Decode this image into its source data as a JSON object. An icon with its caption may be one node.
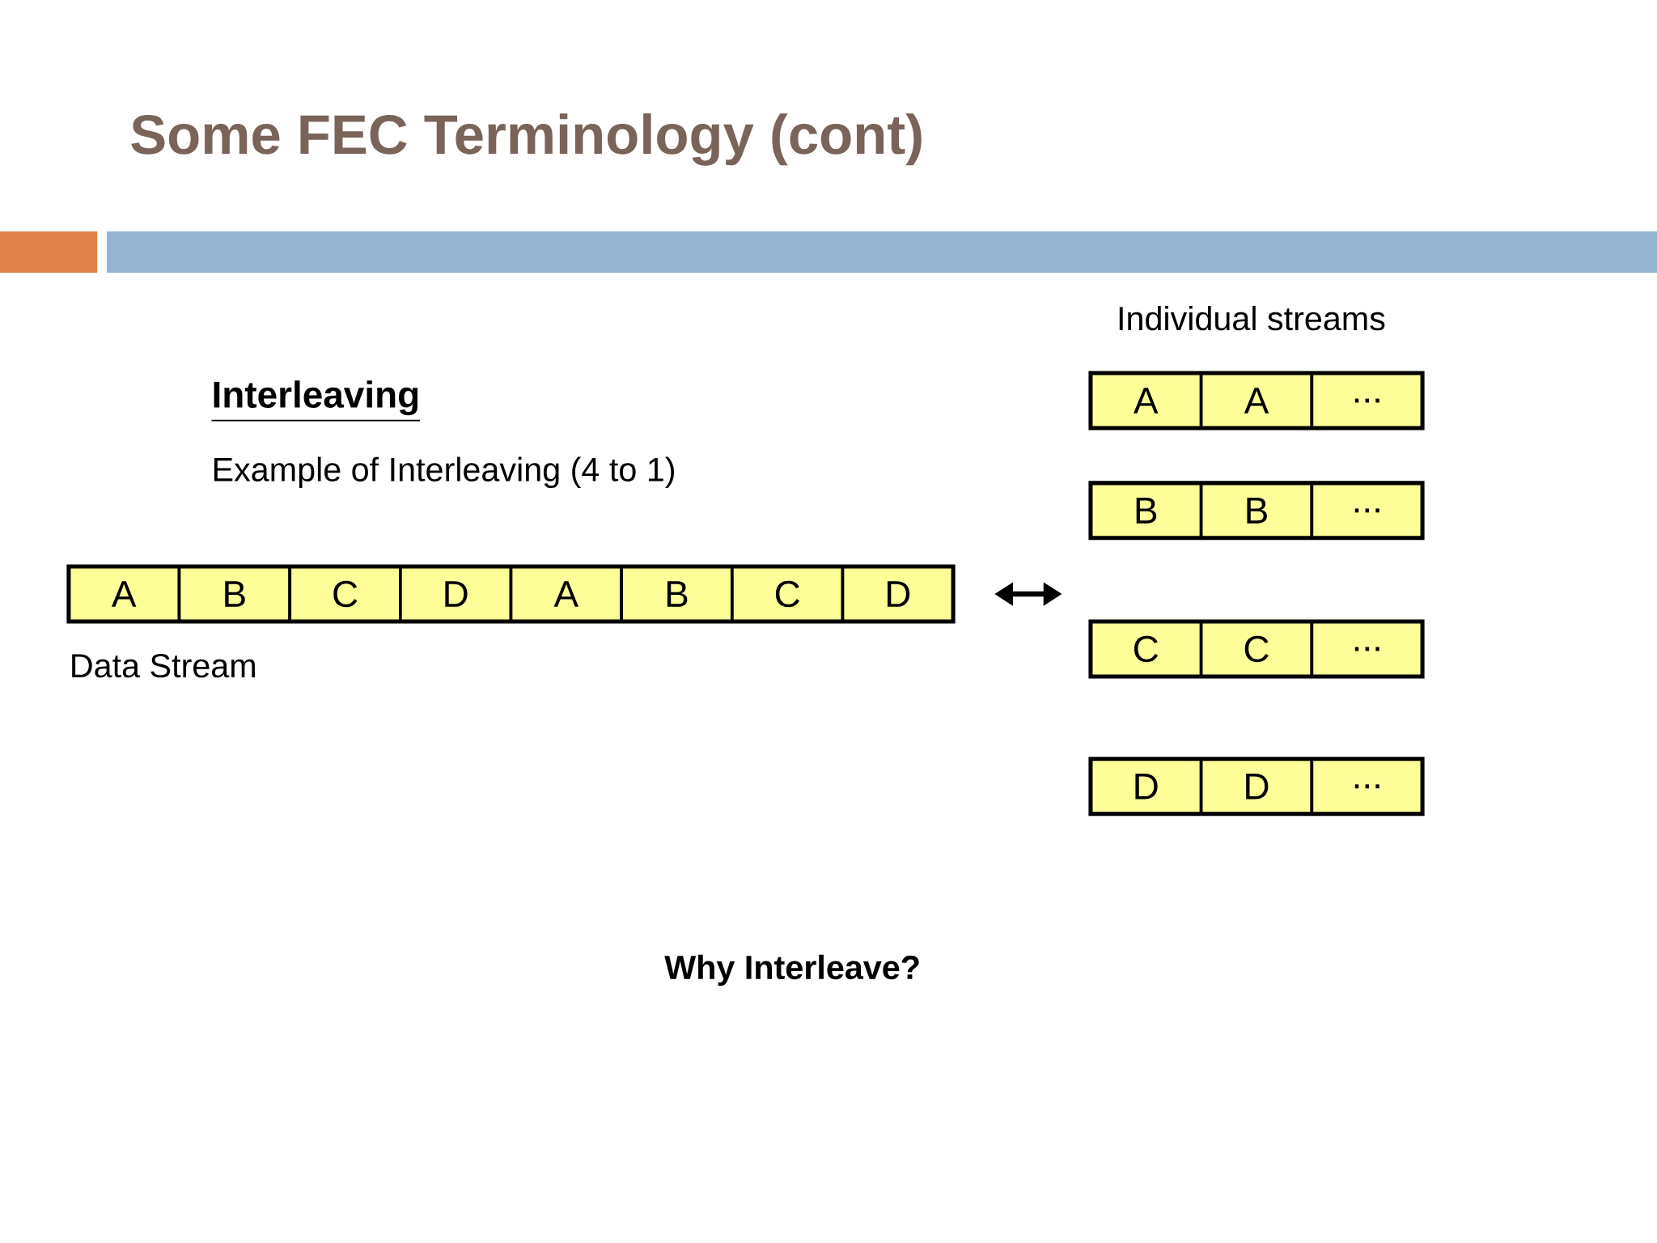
{
  "diagram": {
    "title": "Some FEC Terminology (cont)",
    "nodes": [
      {
        "text": [],
        "shape": "bar",
        "beside": [
          "Data Stream"
        ]
      },
      {
        "text": [
          "A"
        ],
        "in": 0
      },
      {
        "text": [
          "B"
        ],
        "in": 0
      },
      {
        "text": [
          "C"
        ],
        "in": 0
      },
      {
        "text": [
          "D"
        ],
        "in": 0
      },
      {
        "text": [
          "A"
        ],
        "in": 0
      },
      {
        "text": [
          "B"
        ],
        "in": 0
      },
      {
        "text": [
          "C"
        ],
        "in": 0
      },
      {
        "text": [
          "D"
        ],
        "in": 0
      },
      {
        "text": [],
        "shape": "bar"
      },
      {
        "text": [
          "A"
        ],
        "in": 9
      },
      {
        "text": [
          "A"
        ],
        "in": 9
      },
      {
        "text": [
          "..."
        ],
        "in": 9
      },
      {
        "text": [],
        "shape": "bar"
      },
      {
        "text": [
          "B"
        ],
        "in": 13
      },
      {
        "text": [
          "B"
        ],
        "in": 13
      },
      {
        "text": [
          "..."
        ],
        "in": 13
      },
      {
        "text": [],
        "shape": "bar"
      },
      {
        "text": [
          "C"
        ],
        "in": 17
      },
      {
        "text": [
          "C"
        ],
        "in": 17
      },
      {
        "text": [
          "..."
        ],
        "in": 17
      },
      {
        "text": [],
        "shape": "bar"
      },
      {
        "text": [
          "D"
        ],
        "in": 21
      },
      {
        "text": [
          "D"
        ],
        "in": 21
      },
      {
        "text": [
          "..."
        ],
        "in": 21
      }
    ],
    "labels": [
      "Individual streams",
      "Interleaving",
      "Example of  Interleaving (4 to 1)",
      "Why Interleave?"
    ]
  }
}
